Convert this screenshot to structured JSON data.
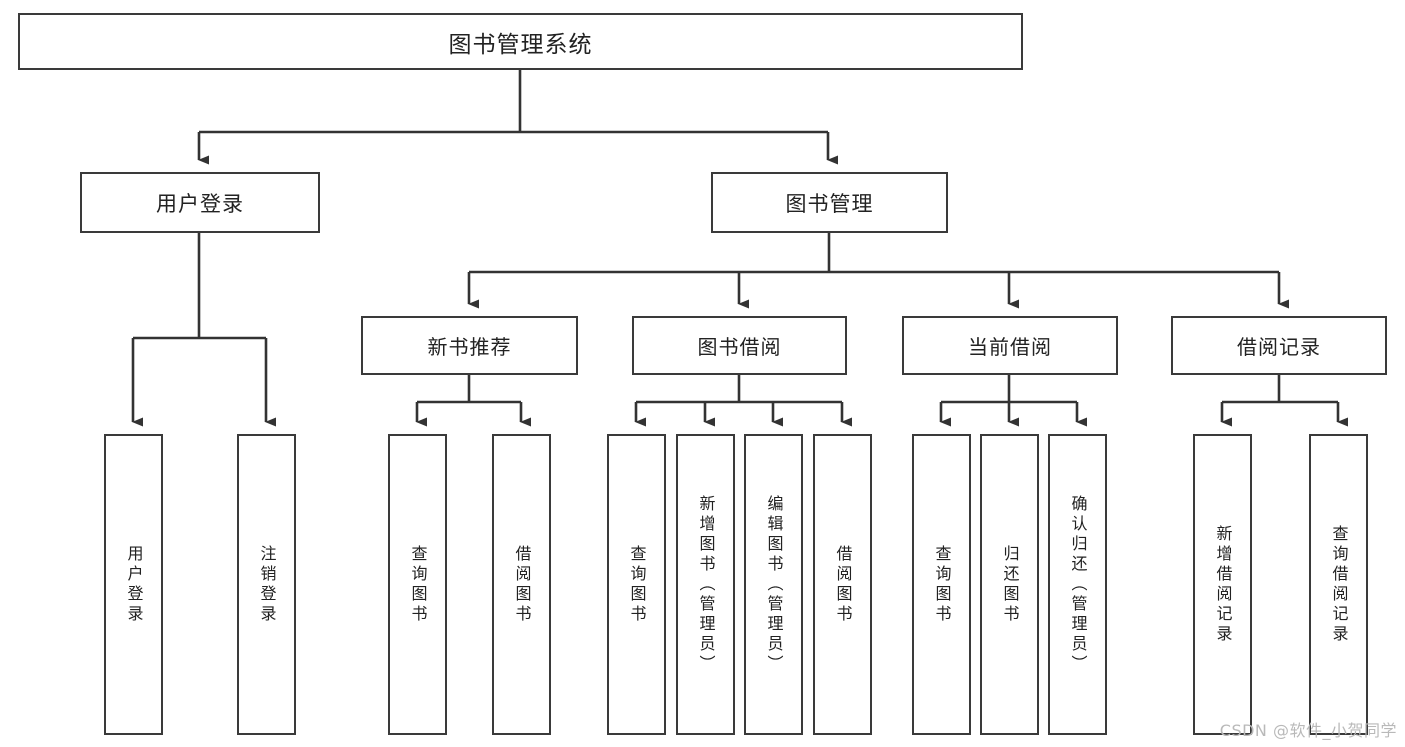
{
  "diagram": {
    "title": "图书管理系统",
    "type": "hierarchy-tree",
    "watermark": "CSDN @软件_小贺同学",
    "colors": {
      "background": "#ffffff",
      "box_border": "#3a3a3a",
      "box_fill": "#ffffff",
      "text": "#222222",
      "connector": "#333333",
      "watermark": "#b9b9b9"
    },
    "nodes": {
      "root": {
        "label": "图书管理系统"
      },
      "level1": [
        {
          "id": "user-login",
          "label": "用户登录"
        },
        {
          "id": "book-management",
          "label": "图书管理"
        }
      ],
      "level2": [
        {
          "id": "new-book-recommend",
          "label": "新书推荐"
        },
        {
          "id": "book-borrow",
          "label": "图书借阅"
        },
        {
          "id": "current-borrow",
          "label": "当前借阅"
        },
        {
          "id": "borrow-record",
          "label": "借阅记录"
        }
      ],
      "leaves": {
        "user-login": [
          {
            "id": "leaf-user-login",
            "label": "用户登录"
          },
          {
            "id": "leaf-user-logout",
            "label": "注销登录"
          }
        ],
        "new-book-recommend": [
          {
            "id": "leaf-query-book-1",
            "label": "查询图书"
          },
          {
            "id": "leaf-borrow-book-1",
            "label": "借阅图书"
          }
        ],
        "book-borrow": [
          {
            "id": "leaf-query-book-2",
            "label": "查询图书"
          },
          {
            "id": "leaf-add-book",
            "label": "新增图书（管理员）"
          },
          {
            "id": "leaf-edit-book",
            "label": "编辑图书（管理员）"
          },
          {
            "id": "leaf-borrow-book-2",
            "label": "借阅图书"
          }
        ],
        "current-borrow": [
          {
            "id": "leaf-query-book-3",
            "label": "查询图书"
          },
          {
            "id": "leaf-return-book",
            "label": "归还图书"
          },
          {
            "id": "leaf-confirm-return",
            "label": "确认归还（管理员）"
          }
        ],
        "borrow-record": [
          {
            "id": "leaf-add-record",
            "label": "新增借阅记录"
          },
          {
            "id": "leaf-query-record",
            "label": "查询借阅记录"
          }
        ]
      }
    }
  }
}
